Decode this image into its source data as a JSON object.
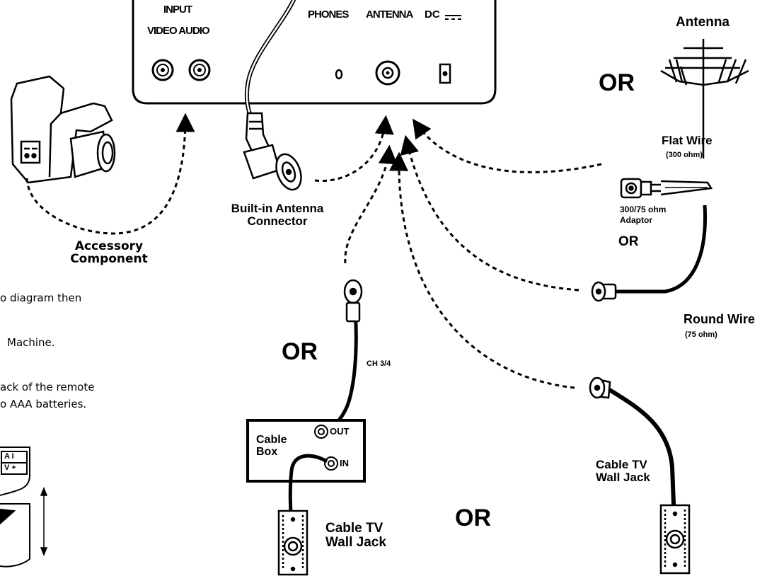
{
  "tv_panel": {
    "input_label": "INPUT",
    "video_audio_label": "VIDEO AUDIO",
    "phones_label": "PHONES",
    "antenna_label": "ANTENNA",
    "dc_label": "DC"
  },
  "labels": {
    "antenna": "Antenna",
    "flat_wire": "Flat Wire",
    "flat_wire_ohm": "(300 ohm)",
    "adaptor_line1": "300/75 ohm",
    "adaptor_line2": "Adaptor",
    "or_small": "OR",
    "round_wire": "Round Wire",
    "round_wire_ohm": "(75 ohm)",
    "builtin_line1": "Built-in Antenna",
    "builtin_line2": "Connector",
    "accessory_line1": "Accessory",
    "accessory_line2": "Component",
    "ch34": "CH 3/4",
    "cable_box_line1": "Cable",
    "cable_box_line2": "Box",
    "out": "OUT",
    "in": "IN",
    "cable_tv_wall_jack_line1": "Cable TV",
    "cable_tv_wall_jack_line2": "Wall Jack",
    "or_big": "OR"
  },
  "instructions": {
    "line1": "o diagram then",
    "line2": "Machine.",
    "line3": "ack of the remote",
    "line4": "o AAA batteries."
  },
  "battery_labels": {
    "top": "A I",
    "bottom": "V +"
  }
}
